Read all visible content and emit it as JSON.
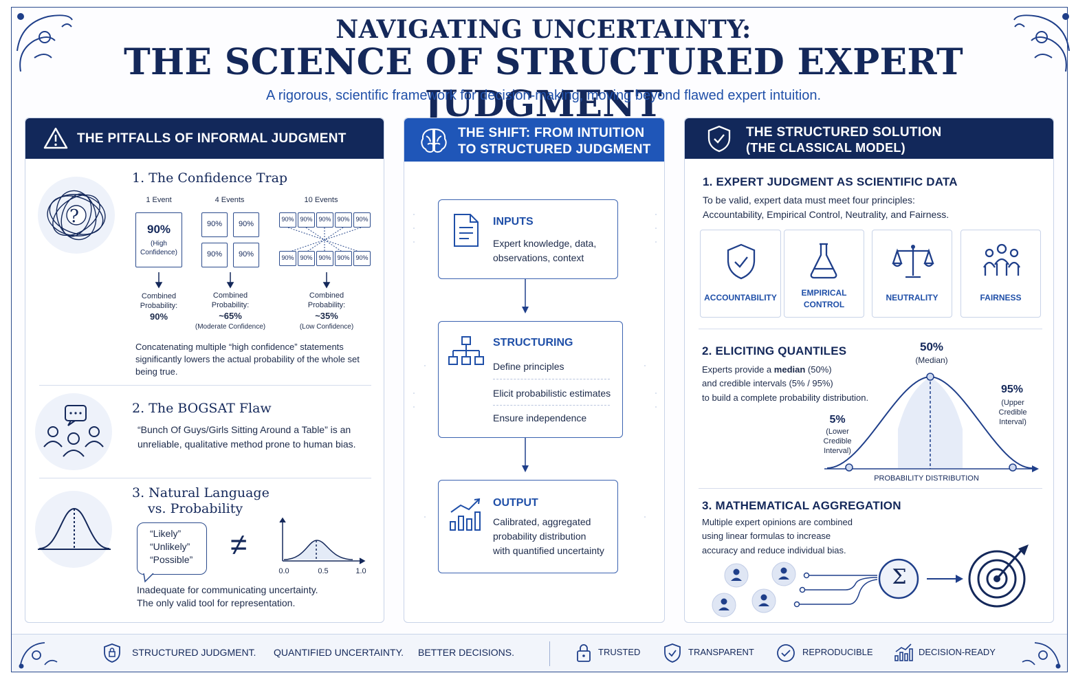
{
  "header": {
    "title_line1": "NAVIGATING UNCERTAINTY:",
    "title_line2": "THE SCIENCE OF STRUCTURED EXPERT JUDGMENT",
    "subtitle": "A rigorous, scientific framework for decision-making, moving beyond flawed expert intuition."
  },
  "left": {
    "heading": "THE PITFALLS OF INFORMAL JUDGMENT",
    "s1": {
      "title": "1.  The Confidence Trap",
      "col1": {
        "label": "1 Event",
        "box_value": "90%",
        "box_note": "(High Confidence)",
        "combined_label": "Combined Probability:",
        "combined_value": "90%"
      },
      "col2": {
        "label": "4 Events",
        "box_value": "90%",
        "combined_label": "Combined Probability:",
        "combined_value": "~65%",
        "note": "(Moderate Confidence)"
      },
      "col3": {
        "label": "10 Events",
        "box_value": "90%",
        "combined_label": "Combined Probability:",
        "combined_value": "~35%",
        "note": "(Low Confidence)"
      },
      "question_mark": "?",
      "desc": "Concatenating multiple “high confidence” statements significantly lowers the actual probability of the whole set being true."
    },
    "s2": {
      "title": "2.  The BOGSAT Flaw",
      "desc": "“Bunch Of Guys/Girls Sitting Around a Table” is an unreliable, qualitative method prone to human bias."
    },
    "s3": {
      "title_l1": "3.  Natural Language",
      "title_l2": "vs. Probability",
      "words": [
        "“Likely”",
        "“Unlikely”",
        "“Possible”"
      ],
      "not_equal": "≠",
      "ticks": [
        "0.0",
        "0.5",
        "1.0"
      ],
      "desc_l1": "Inadequate for communicating uncertainty.",
      "desc_l2": "The only valid tool for representation."
    }
  },
  "middle": {
    "heading_l1": "THE SHIFT: FROM INTUITION",
    "heading_l2": "TO STRUCTURED JUDGMENT",
    "inputs": {
      "title": "INPUTS",
      "text_l1": "Expert knowledge, data,",
      "text_l2": "observations, context"
    },
    "structuring": {
      "title": "STRUCTURING",
      "items": [
        "Define principles",
        "Elicit probabilistic estimates",
        "Ensure independence"
      ]
    },
    "output": {
      "title": "OUTPUT",
      "text_l1": "Calibrated, aggregated",
      "text_l2": "probability distribution",
      "text_l3": "with quantified uncertainty"
    }
  },
  "right": {
    "heading_l1": "THE STRUCTURED SOLUTION",
    "heading_l2": "(THE CLASSICAL MODEL)",
    "s1": {
      "title": "1. EXPERT JUDGMENT AS SCIENTIFIC DATA",
      "desc_l1": "To be valid, expert data must meet four principles:",
      "desc_l2": "Accountability, Empirical Control, Neutrality, and Fairness.",
      "principles": [
        {
          "l1": "ACCOUNTABILITY",
          "l2": ""
        },
        {
          "l1": "EMPIRICAL",
          "l2": "CONTROL"
        },
        {
          "l1": "NEUTRALITY",
          "l2": ""
        },
        {
          "l1": "FAIRNESS",
          "l2": ""
        }
      ]
    },
    "s2": {
      "title": "2. ELICITING QUANTILES",
      "desc_l1_a": "Experts provide a ",
      "desc_l1_b": "median",
      "desc_l1_c": " (50%)",
      "desc_l2": "and credible intervals (5% / 95%)",
      "desc_l3": "to build a complete probability distribution.",
      "q50": "50%",
      "q50_note": "(Median)",
      "q5": "5%",
      "q5_note_l1": "(Lower",
      "q5_note_l2": "Credible",
      "q5_note_l3": "Interval)",
      "q95": "95%",
      "q95_note_l1": "(Upper",
      "q95_note_l2": "Credible",
      "q95_note_l3": "Interval)",
      "axis_label": "PROBABILITY DISTRIBUTION"
    },
    "s3": {
      "title": "3. MATHEMATICAL AGGREGATION",
      "desc_l1": "Multiple expert opinions are combined",
      "desc_l2": "using linear formulas to increase",
      "desc_l3": "accuracy and reduce individual bias.",
      "sigma": "Σ"
    }
  },
  "footer": {
    "tagline": [
      "STRUCTURED JUDGMENT.",
      "QUANTIFIED UNCERTAINTY.",
      "BETTER DECISIONS."
    ],
    "badges": [
      "TRUSTED",
      "TRANSPARENT",
      "REPRODUCIBLE",
      "DECISION-READY"
    ]
  },
  "colors": {
    "navy": "#12285a",
    "blue": "#1f56b8",
    "light": "#eef2fa"
  }
}
